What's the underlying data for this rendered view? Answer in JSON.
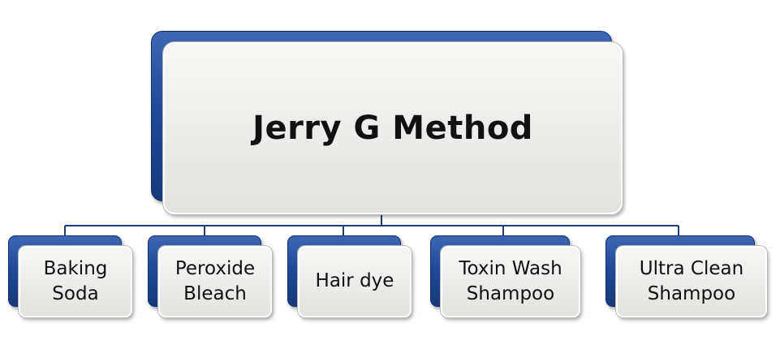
{
  "diagram": {
    "root": {
      "label": "Jerry G Method"
    },
    "children": [
      {
        "label": "Baking\nSoda"
      },
      {
        "label": "Peroxide\nBleach"
      },
      {
        "label": "Hair dye"
      },
      {
        "label": "Toxin Wash\nShampoo"
      },
      {
        "label": "Ultra Clean\nShampoo"
      }
    ],
    "colors": {
      "back_box": "#1f4a9a",
      "front_box": "#ececea",
      "connector": "#1f3f7a",
      "text": "#111111"
    }
  }
}
